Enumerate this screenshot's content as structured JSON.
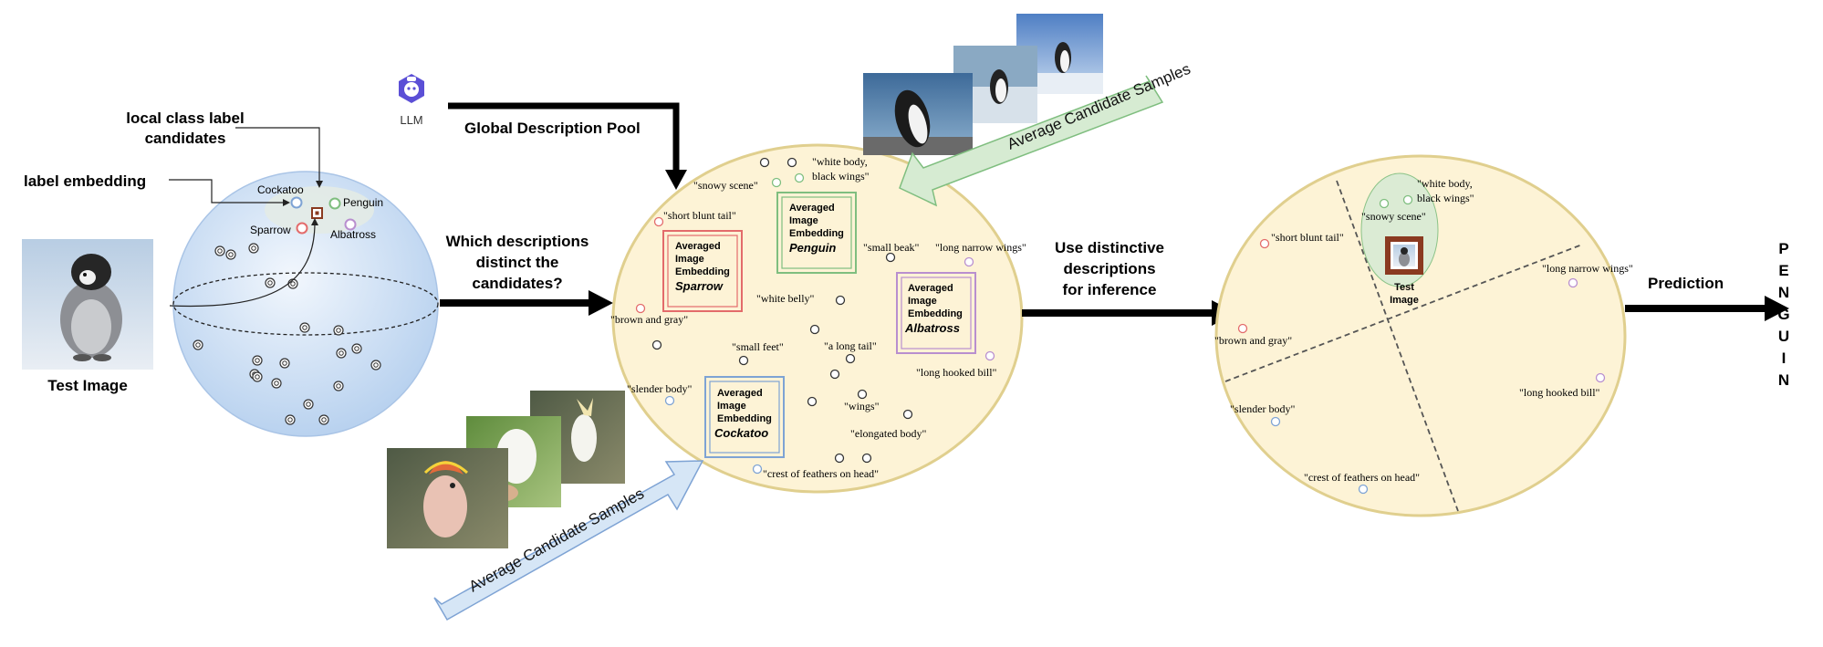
{
  "llm": {
    "label": "LLM"
  },
  "pool_title": "Global Description Pool",
  "left": {
    "local_label": [
      "local class label",
      "candidates"
    ],
    "label_embedding": "label embedding",
    "test_image_label": "Test Image",
    "classes": {
      "cockatoo": "Cockatoo",
      "penguin": "Penguin",
      "sparrow": "Sparrow",
      "albatross": "Albatross"
    }
  },
  "question": [
    "Which descriptions",
    "distinct the",
    "candidates?"
  ],
  "use": [
    "Use distinctive",
    "descriptions",
    "for inference"
  ],
  "avg_samples": "Average Candidate Samples",
  "embeddings": {
    "line1": "Averaged",
    "line2": "Image",
    "line3": "Embedding",
    "sparrow": "Sparrow",
    "penguin": "Penguin",
    "albatross": "Albatross",
    "cockatoo": "Cockatoo"
  },
  "descriptions": {
    "snowy_scene": "\"snowy scene\"",
    "white_body_1": "\"white body,",
    "white_body_2": "black wings\"",
    "short_blunt_tail": "\"short blunt tail\"",
    "small_beak": "\"small beak\"",
    "long_narrow_wings": "\"long narrow wings\"",
    "white_belly": "\"white belly\"",
    "brown_and_gray": "\"brown and gray\"",
    "small_feet": "\"small feet\"",
    "long_tail": "\"a long tail\"",
    "long_hooked_bill": "\"long hooked bill\"",
    "slender_body": "\"slender body\"",
    "wings": "\"wings\"",
    "elongated_body": "\"elongated body\"",
    "crest": "\"crest of feathers on head\""
  },
  "right": {
    "test_image_1": "Test",
    "test_image_2": "Image"
  },
  "prediction": {
    "label": "Prediction",
    "letters": [
      "P",
      "E",
      "N",
      "G",
      "U",
      "I",
      "N"
    ]
  },
  "colors": {
    "sphere": "#c9dcf2",
    "space": "#fdf3d6",
    "space_border": "#e0cf8e",
    "sparrow": "#e36b6b",
    "penguin": "#7fbe7f",
    "albatross": "#b98fcf",
    "cockatoo": "#7ea3d4",
    "arrow_green": "#d6ebd2",
    "arrow_blue": "#d6e6f6"
  }
}
